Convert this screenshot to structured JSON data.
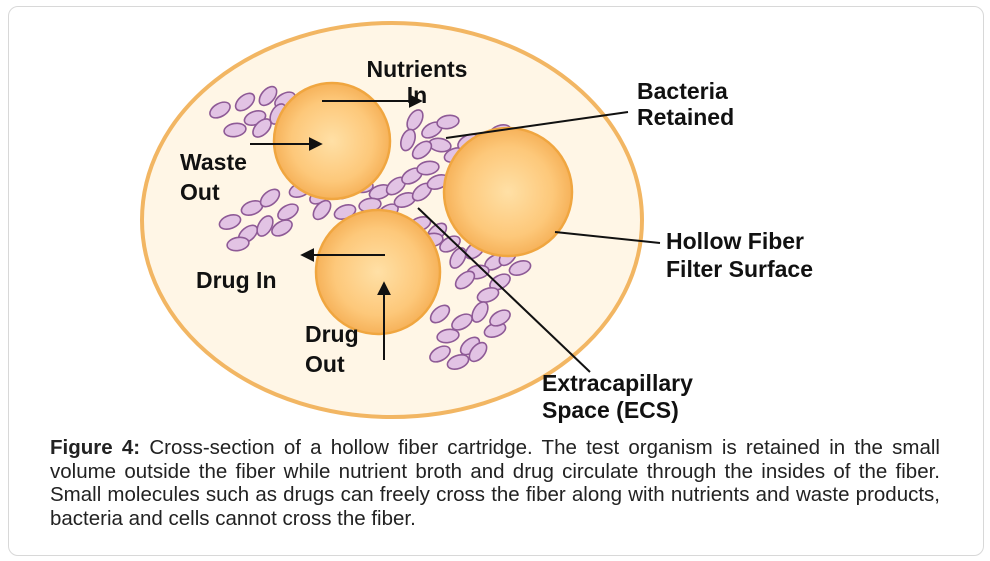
{
  "labels": {
    "nutrients_in": [
      "Nutrients",
      "In"
    ],
    "bacteria_retained": [
      "Bacteria",
      "Retained"
    ],
    "waste_out": [
      "Waste",
      "Out"
    ],
    "hollow_fiber": [
      "Hollow Fiber",
      "Filter Surface"
    ],
    "drug_in": "Drug In",
    "drug_out": [
      "Drug",
      "Out"
    ],
    "ecs": [
      "Extracapillary",
      "Space (ECS)"
    ]
  },
  "caption": {
    "prefix": "Figure 4:",
    "text": "Cross-section of a hollow fiber cartridge. The test organism is retained in the small volume outside the fiber while nutrient broth and drug circulate through the insides of the fiber. Small molecules such as drugs can freely cross the fiber along with nutrients and waste products, bacteria and cells cannot cross the fiber."
  },
  "colors": {
    "cartridge_fill": "#fff6e6",
    "cartridge_border": "#f2b663",
    "fiber_fill": "#fdc87a",
    "fiber_border": "#f0a640",
    "cell_fill": "#e2c3e4",
    "cell_border": "#8e5a96"
  }
}
